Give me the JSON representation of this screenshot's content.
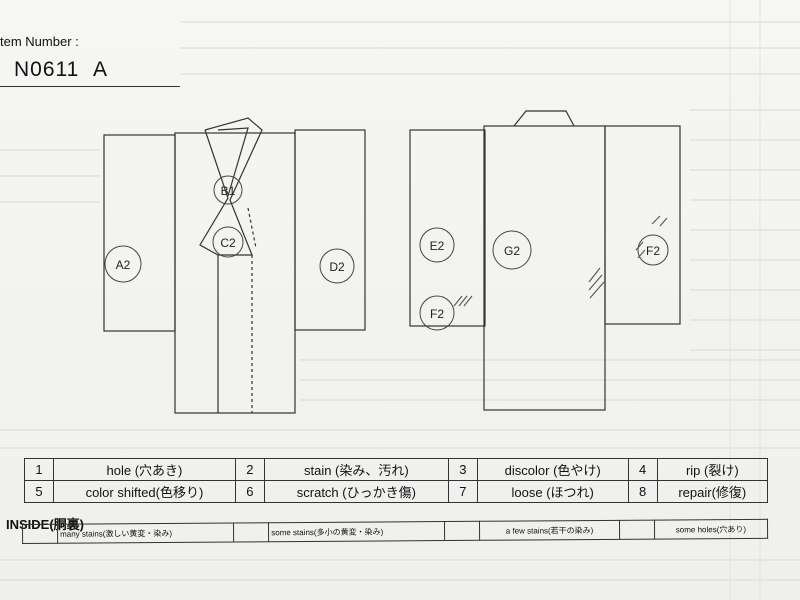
{
  "header": {
    "item_number_label": "tem Number :",
    "item_number": "N0611",
    "item_suffix": "A"
  },
  "diagram": {
    "front_zones": [
      "A2",
      "B1",
      "C2",
      "D2"
    ],
    "back_zones": [
      "E2",
      "F2",
      "G2",
      "F2"
    ]
  },
  "legend": {
    "rows": [
      [
        {
          "num": "1",
          "label": "hole (穴あき)"
        },
        {
          "num": "2",
          "label": "stain (染み、汚れ)"
        },
        {
          "num": "3",
          "label": "discolor (色やけ)"
        },
        {
          "num": "4",
          "label": "rip (裂け)"
        }
      ],
      [
        {
          "num": "5",
          "label": "color shifted(色移り)"
        },
        {
          "num": "6",
          "label": "scratch (ひっかき傷)"
        },
        {
          "num": "7",
          "label": "loose (ほつれ)"
        },
        {
          "num": "8",
          "label": "repair(修復)"
        }
      ]
    ]
  },
  "inside": {
    "title": "INSIDE(胴裏)",
    "options": [
      "many stains(激しい黄変・染み)",
      "some stains(多小の黄変・染み)",
      "a few stains(若干の染み)",
      "some holes(穴あり)"
    ]
  }
}
